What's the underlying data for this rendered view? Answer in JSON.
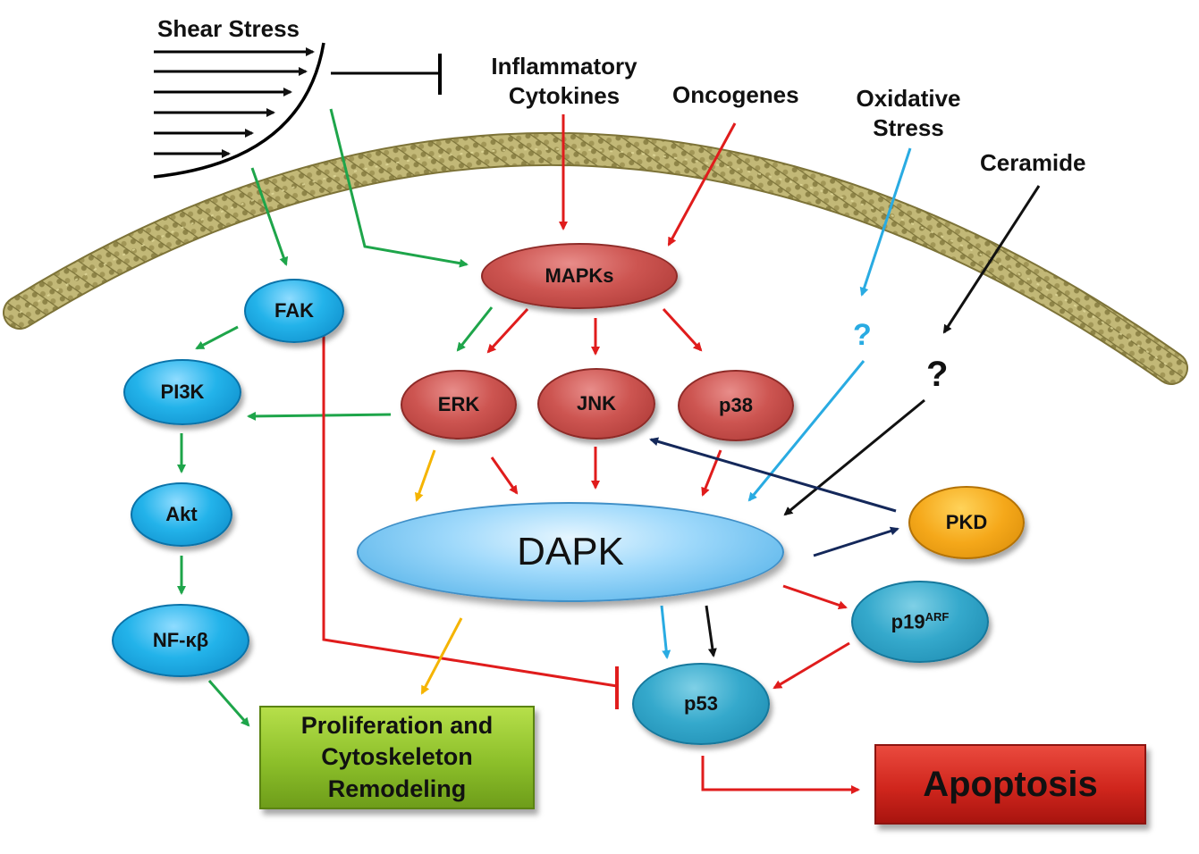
{
  "stimuli": {
    "shear_stress": "Shear Stress",
    "inflammatory_cytokines_line1": "Inflammatory",
    "inflammatory_cytokines_line2": "Cytokines",
    "oncogenes": "Oncogenes",
    "oxidative_stress_line1": "Oxidative",
    "oxidative_stress_line2": "Stress",
    "ceramide": "Ceramide"
  },
  "unknowns": {
    "oxidative_unknown": "?",
    "ceramide_unknown": "?"
  },
  "nodes": {
    "fak": "FAK",
    "pi3k": "PI3K",
    "akt": "Akt",
    "nfkb": "NF-κβ",
    "mapks": "MAPKs",
    "erk": "ERK",
    "jnk": "JNK",
    "p38": "p38",
    "dapk": "DAPK",
    "pkd": "PKD",
    "p19_base": "p19",
    "p19_sup": "ARF",
    "p53": "p53"
  },
  "outcomes": {
    "proliferation_line1": "Proliferation and",
    "proliferation_line2": "Cytoskeleton",
    "proliferation_line3": "Remodeling",
    "apoptosis": "Apoptosis"
  },
  "colors": {
    "activation_green": "#1ea54a",
    "activation_red": "#e01c1c",
    "oxidative_blue": "#29abe2",
    "ceramide_black": "#111111",
    "pkd_navy": "#14285a",
    "dapk_yellow": "#f5b400",
    "membrane": "#b8ae6a"
  }
}
